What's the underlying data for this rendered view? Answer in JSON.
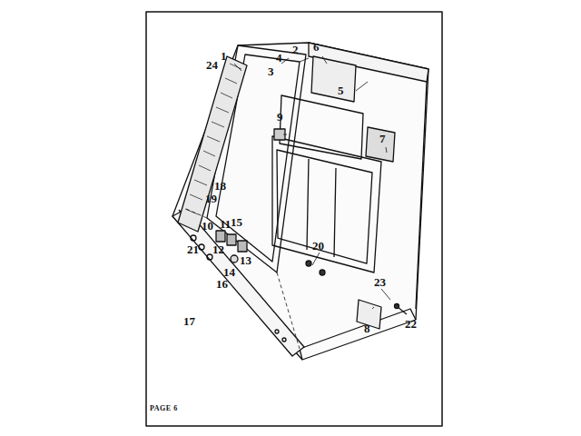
{
  "diagram": {
    "labels": [
      "1",
      "2",
      "3",
      "4",
      "5",
      "6",
      "7",
      "8",
      "9",
      "10",
      "11",
      "12",
      "13",
      "14",
      "15",
      "16",
      "17",
      "18",
      "19",
      "20",
      "21",
      "22",
      "23",
      "24",
      "PAGE 6"
    ]
  }
}
